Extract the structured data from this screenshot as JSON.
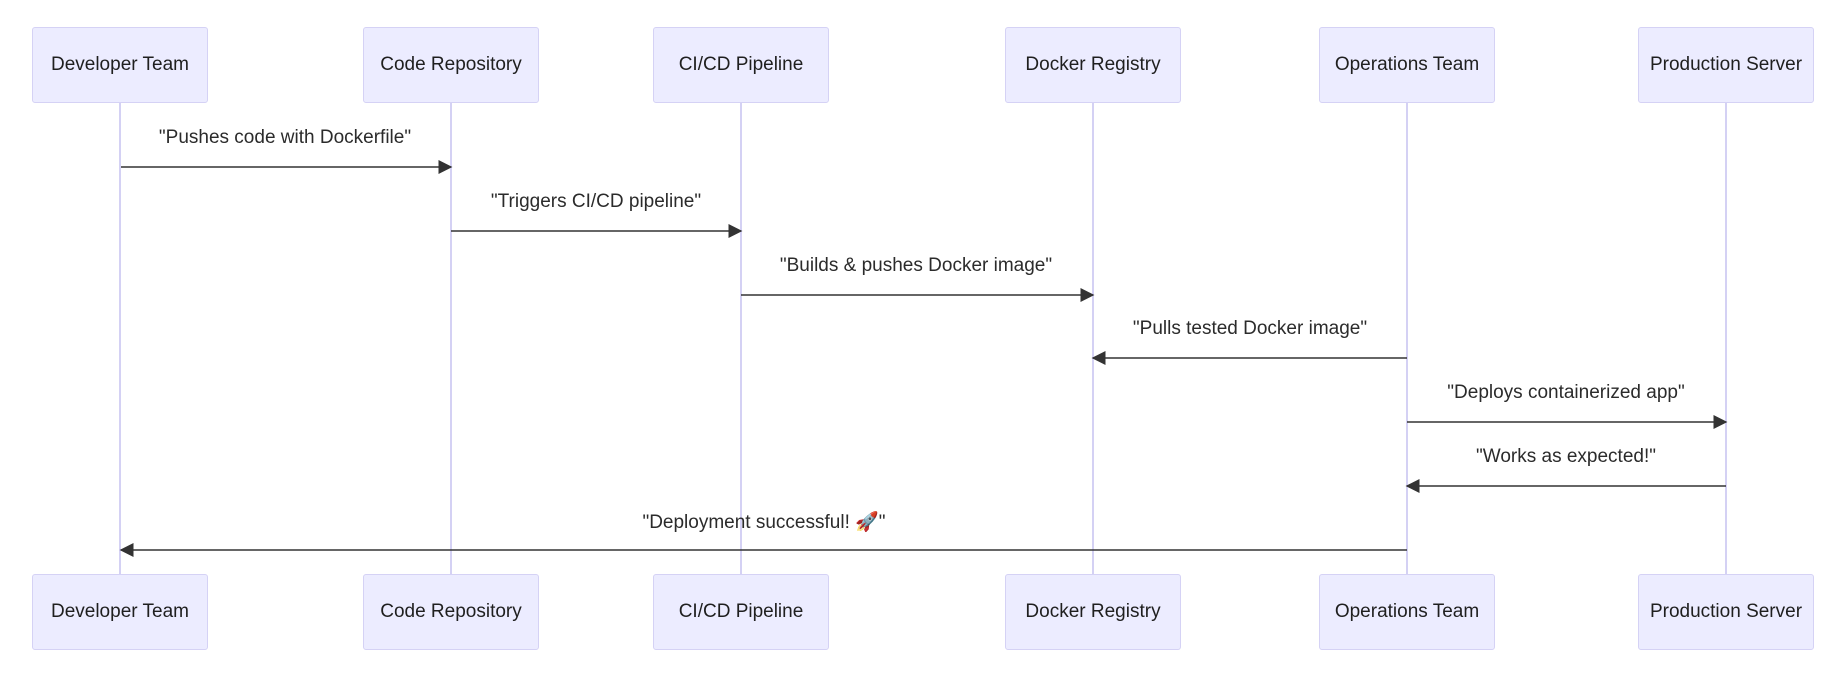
{
  "colors": {
    "actor_fill": "#ECECFF",
    "actor_border": "#D5D2F5",
    "lifeline": "#D4D1F4",
    "message_line": "#333333",
    "message_text": "#2b2b2b"
  },
  "participants": [
    {
      "label": "Developer Team"
    },
    {
      "label": "Code Repository"
    },
    {
      "label": "CI/CD Pipeline"
    },
    {
      "label": "Docker Registry"
    },
    {
      "label": "Operations Team"
    },
    {
      "label": "Production Server"
    }
  ],
  "messages": [
    {
      "from": 0,
      "to": 1,
      "label": "\"Pushes code with Dockerfile\""
    },
    {
      "from": 1,
      "to": 2,
      "label": "\"Triggers CI/CD pipeline\""
    },
    {
      "from": 2,
      "to": 3,
      "label": "\"Builds & pushes Docker image\""
    },
    {
      "from": 4,
      "to": 3,
      "label": "\"Pulls tested Docker image\""
    },
    {
      "from": 4,
      "to": 5,
      "label": "\"Deploys containerized app\""
    },
    {
      "from": 5,
      "to": 4,
      "label": "\"Works as expected!\""
    },
    {
      "from": 4,
      "to": 0,
      "label": "\"Deployment successful! 🚀\""
    }
  ]
}
